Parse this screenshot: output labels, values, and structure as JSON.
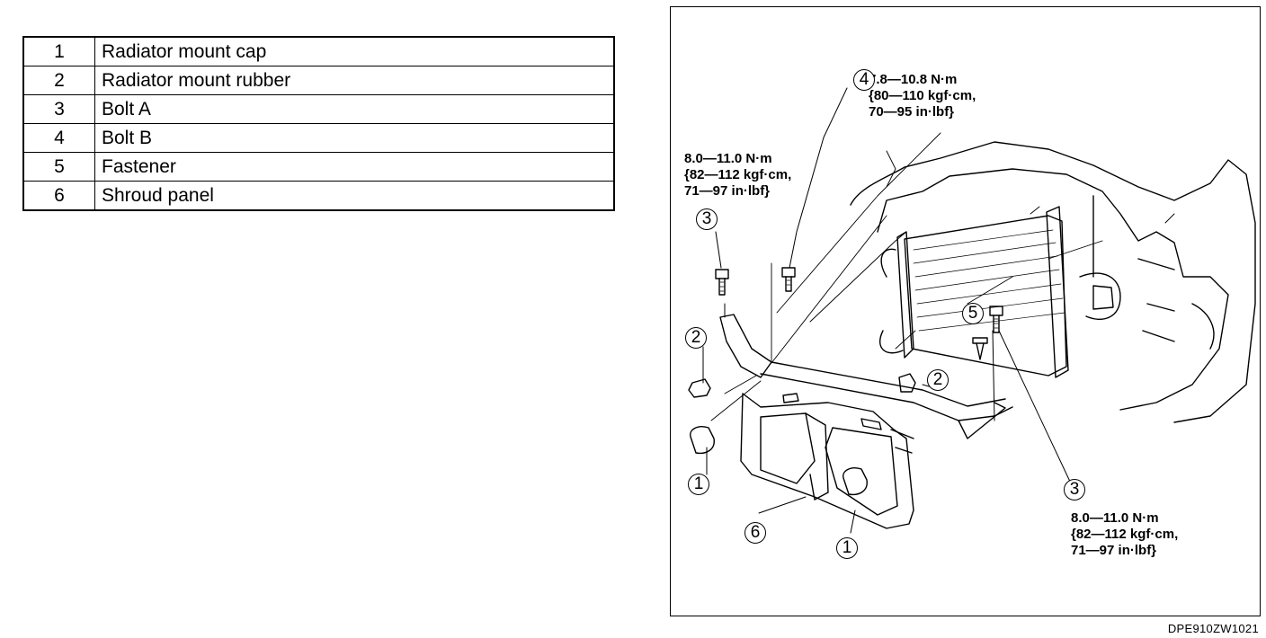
{
  "parts": [
    {
      "number": "1",
      "name": "Radiator mount cap"
    },
    {
      "number": "2",
      "name": "Radiator mount rubber"
    },
    {
      "number": "3",
      "name": "Bolt A"
    },
    {
      "number": "4",
      "name": "Bolt B"
    },
    {
      "number": "5",
      "name": "Fastener"
    },
    {
      "number": "6",
      "name": "Shroud panel"
    }
  ],
  "torque_specs": {
    "bolt_b": [
      "7.8—10.8 N·m",
      "{80—110 kgf·cm,",
      "70—95 in·lbf}"
    ],
    "bolt_a_left": [
      "8.0—11.0 N·m",
      "{82—112 kgf·cm,",
      "71—97 in·lbf}"
    ],
    "bolt_a_right": [
      "8.0—11.0 N·m",
      "{82—112 kgf·cm,",
      "71—97 in·lbf}"
    ]
  },
  "callouts": {
    "bolt_b": "4",
    "bolt_a_left": "3",
    "bolt_a_right": "3",
    "rubber_left": "2",
    "rubber_right": "2",
    "fastener": "5",
    "cap_left": "1",
    "cap_bottom": "1",
    "shroud": "6"
  },
  "figure_code": "DPE910ZW1021"
}
